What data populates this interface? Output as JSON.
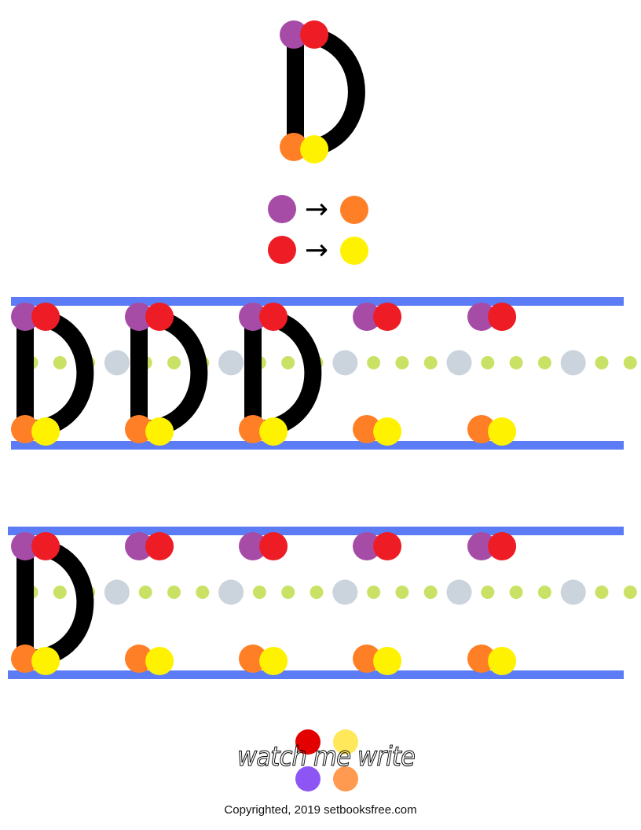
{
  "letter": "D",
  "colors": {
    "purple": "#a64ca6",
    "red": "#ee1c25",
    "orange": "#ff7f27",
    "yellow": "#fff200",
    "guide_line": "#5b7cf5",
    "midline_dot": "#c9e265",
    "midline_big_dot": "#cbd3dc",
    "letter": "#000000"
  },
  "stroke_legend": [
    {
      "from": "purple",
      "to": "orange",
      "arrow": "→"
    },
    {
      "from": "red",
      "to": "yellow",
      "arrow": "→"
    }
  ],
  "practice_rows": [
    {
      "traced_letters": 3,
      "total_cells": 5
    },
    {
      "traced_letters": 1,
      "total_cells": 5
    }
  ],
  "logo": {
    "text": "watch me write",
    "dot_colors": [
      "#e30000",
      "#ffe85a",
      "#8e55f5",
      "#ff9a50"
    ]
  },
  "footer": {
    "copyright": "Copyrighted, 2019 setbooksfree.com"
  }
}
